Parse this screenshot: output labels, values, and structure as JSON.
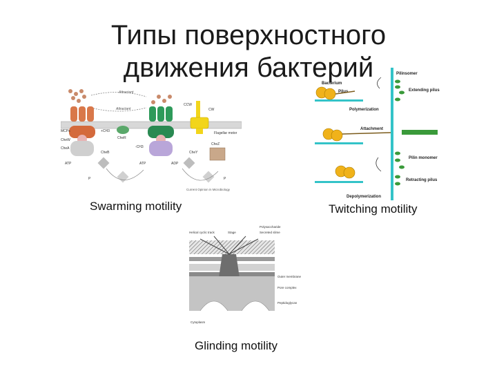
{
  "slide": {
    "title": "Типы поверхностного\nдвижения бактерий"
  },
  "captions": {
    "swarming": "Swarming motility",
    "twitching": "Twitching motility",
    "gliding": "Glinding motility"
  },
  "swarming_figure": {
    "labels": {
      "attractant_top": "Attractant",
      "attractant_mid": "Attractant",
      "mcps": "MCPs",
      "chew": "CheW",
      "chea": "CheA",
      "atp": "ATP",
      "ch3_plus": "+CH3",
      "ch3_minus": "-CH3",
      "cher": "CheR",
      "ccw": "CCW",
      "cw_top": "CW",
      "flagellar_motor": "Flagellar motor",
      "cheb": "CheB",
      "pi_left": "P",
      "atp2": "ATP",
      "adp": "ADP",
      "chey": "CheY",
      "chez": "CheZ",
      "pi_right": "P",
      "journal": "Current Opinion in Microbiology"
    },
    "colors": {
      "receptor_left": "#d9784a",
      "receptor_right": "#2e9a5a",
      "motor": "#f2d51b",
      "che_gray": "#bdbdbd",
      "che_purple": "#b9a6d9"
    }
  },
  "twitching_figure": {
    "labels": {
      "pilinsomer": "Pilinsomer",
      "bacterium": "Bacterium",
      "pilus": "Pilus",
      "extending_pilus": "Extending pilus",
      "polymerization": "Polymerization",
      "attachment": "Attachment",
      "pilin_monomer": "Pilin monomer",
      "retracting_pilus": "Retracting pilus",
      "depolymerization": "Depolymerization"
    },
    "colors": {
      "bacterium": "#f0b21a",
      "pilus": "#7a5a1a",
      "surface": "#33c3c8",
      "pilin": "#3a9a3a"
    }
  },
  "gliding_figure": {
    "labels": {
      "helical_track": "Helical cyclic track",
      "stage": "Stage",
      "polysaccharide": "Polysaccharide",
      "secreted_slime": "Secreted slime",
      "outer_membrane": "Outer membrane",
      "pore_complex": "Pore complex",
      "peptidoglycan": "Peptidoglycan",
      "cytoplasm": "Cytoplasm"
    }
  }
}
